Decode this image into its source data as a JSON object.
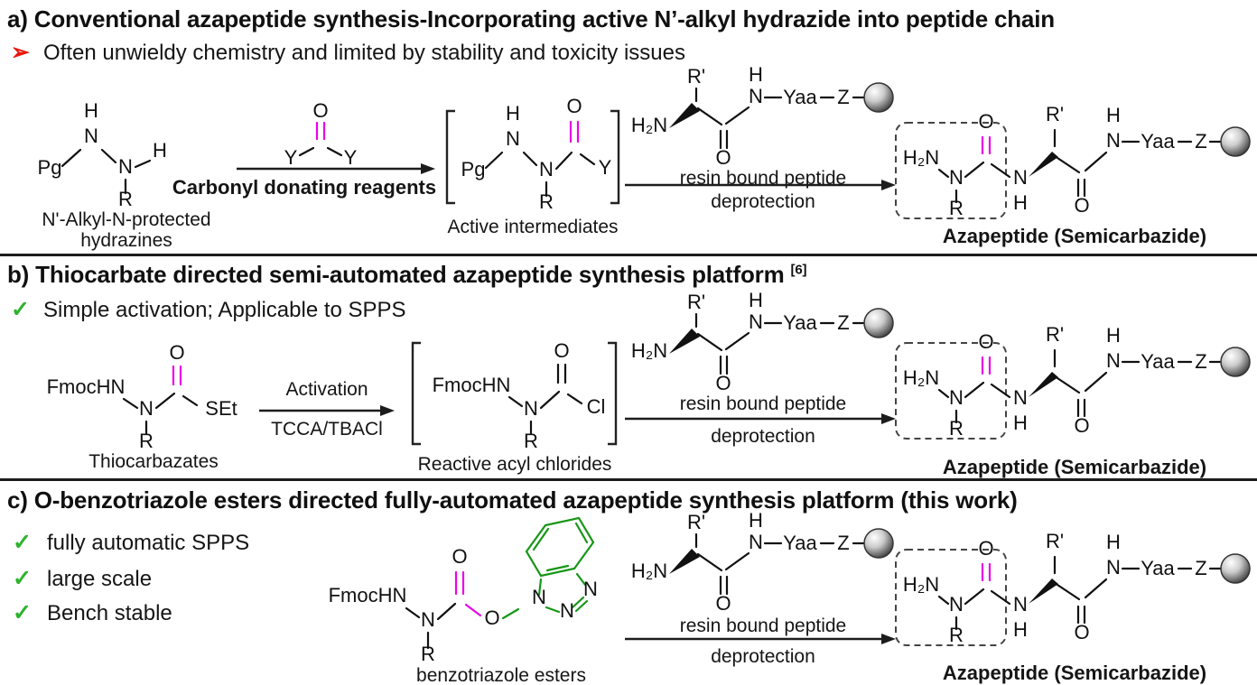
{
  "colors": {
    "accent_magenta": "#e804e8",
    "accent_blue": "#2222dd",
    "accent_green": "#169616",
    "bullet_red": "#e8150a",
    "check_green": "#2db32d"
  },
  "icons": {
    "bullet_arrow": "➢",
    "check": "✓"
  },
  "atoms": {
    "pg": "Pg",
    "h": "H",
    "n": "N",
    "r": "R",
    "o": "O",
    "y": "Y",
    "h2n": "H₂N",
    "r_prime": "R'",
    "yaa": "Yaa",
    "z": "Z",
    "fmochn": "FmocHN",
    "set": "SEt",
    "cl": "Cl"
  },
  "common": {
    "arrow_top": "resin bound peptide",
    "arrow_bottom": "deprotection",
    "product_label": "Azapeptide (Semicarbazide)"
  },
  "panel_a": {
    "title": "a) Conventional azapeptide synthesis-Incorporating active N’-alkyl hydrazide into peptide chain",
    "bullet": "Often unwieldy chemistry and limited by stability and toxicity issues",
    "reagent_label": "N'-Alkyl-N-protected hydrazines",
    "arrow1_label": "Carbonyl donating reagents",
    "intermediate_label": "Active intermediates"
  },
  "panel_b": {
    "title": "b) Thiocarbate directed semi-automated azapeptide synthesis platform",
    "ref": "[6]",
    "bullet": "Simple activation; Applicable to SPPS",
    "reagent_label": "Thiocarbazates",
    "arrow1_top": "Activation",
    "arrow1_bottom": "TCCA/TBACl",
    "intermediate_label": "Reactive acyl chlorides"
  },
  "panel_c": {
    "title": "c) O-benzotriazole esters directed fully-automated azapeptide synthesis platform (this work)",
    "bullets": [
      "fully automatic SPPS",
      "large scale",
      "Bench stable"
    ],
    "reagent_label": "benzotriazole esters"
  }
}
